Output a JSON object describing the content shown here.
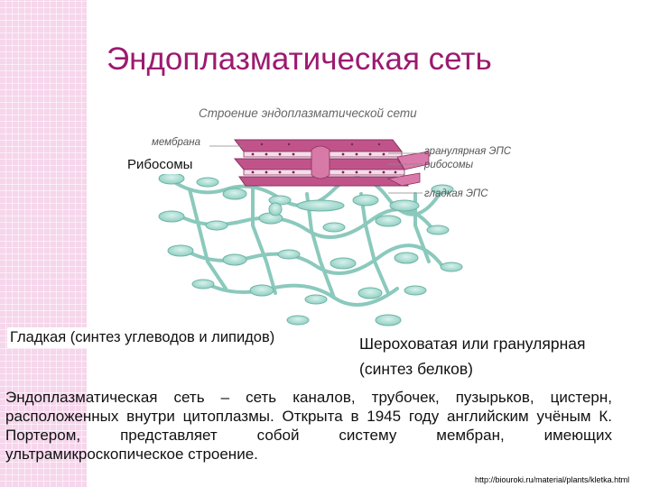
{
  "slide": {
    "title": "Эндоплазматическая сеть",
    "figure_caption": "Строение эндоплазматической сети",
    "labels": {
      "membrane": "мембрана",
      "ribosomes": "Рибосомы",
      "granular": "гранулярная ЭПС",
      "ribosomes_right": "рибосомы",
      "smooth": "гладкая ЭПС"
    },
    "smooth_caption": "Гладкая (синтез углеводов и липидов)",
    "rough_caption_line1": "Шероховатая или гранулярная",
    "rough_caption_line2": "(синтез белков)",
    "description": "Эндоплазматическая сеть – сеть каналов, трубочек, пузырьков, цистерн, расположенных внутри цитоплазмы. Открыта в 1945 году английским учёным К. Портером, представляет собой систему мембран, имеющих ультрамикроскопическое строение.",
    "source_link": "http://biouroki.ru/material/plants/kletka.html"
  },
  "colors": {
    "title": "#9c1a70",
    "decor_stripe": "#f6d6ec",
    "rough_er": "#c0548a",
    "smooth_er": "#a8dcd2"
  }
}
